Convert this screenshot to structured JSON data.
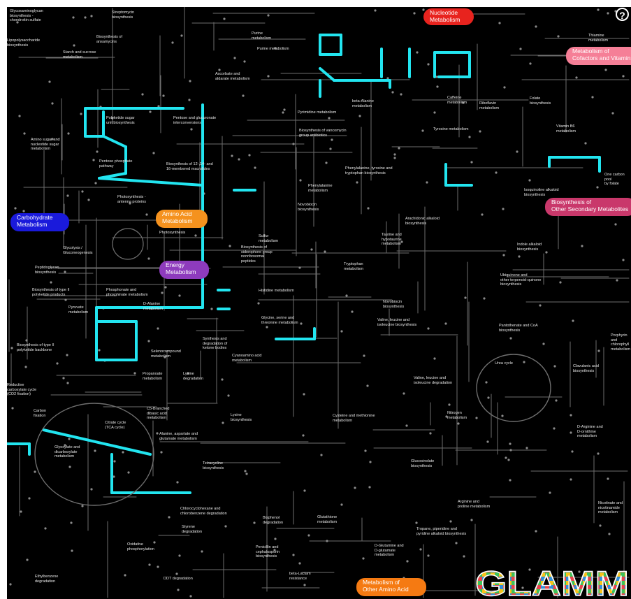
{
  "map": {
    "categories": [
      {
        "label": "Nucleotide\nMetabolism",
        "color": "#e8231e"
      },
      {
        "label": "Metabolism of\nCofactors and Vitamins",
        "color": "#f57f97"
      },
      {
        "label": "Biosynthesis of\nOther Secondary Metabolites",
        "color": "#c9386b"
      },
      {
        "label": "Carbohydrate\nMetabolism",
        "color": "#1a1adb"
      },
      {
        "label": "Amino Acid\nMetabolism",
        "color": "#f5921e"
      },
      {
        "label": "Energy\nMetabolism",
        "color": "#8e3bbd"
      },
      {
        "label": "Metabolism of\nOther Amino Acid",
        "color": "#f57a12"
      }
    ],
    "pathways": [
      "Glycosaminoglycan\nbiosynthesis -\nchondroitin sulfate",
      "Streptomycin\nbiosynthesis",
      "Lipopolysaccharide\nbiosynthesis",
      "Biosynthesis of\nansamycins",
      "Starch and sucrose\nmetabolism",
      "Purine\nmetabolism",
      "Purine metabolism",
      "Thiamine\nmetabolism",
      "Ascorbate and\naldarate metabolism",
      "beta-Alanine\nmetabolism",
      "Caffeine\nmetabolism",
      "Riboflavin\nmetabolism",
      "Folate\nbiosynthesis",
      "Pyrimidine metabolism",
      "Polyketide sugar\nunit biosynthesis",
      "Pentose and glucuronate\ninterconversions",
      "Tyrosine metabolism",
      "Vitamin B6\nmetabolism",
      "Biosynthesis of vancomycin\ngroup antibiotics",
      "Amino sugar and\nnucleotide sugar\nmetabolism",
      "Pentose phosphate\npathway",
      "Biosynthesis of 12-,14- and\n16-membered macrolides",
      "Phenylalanine, tyrosine and\ntryptophan biosynthesis",
      "One carbon pool\nby folate",
      "Phenylalanine\nmetabolism",
      "Isoquinoline alkaloid\nbiosynthesis",
      "Photosynthesis -\nantenna proteins",
      "Novobiocin\nbiosynthesis",
      "Arachidonic alkaloid\nbiosynthesis",
      "Photosynthesis",
      "Sulfur\nmetabolism",
      "Taurine and\nhypotaurine\nmetabolism",
      "Glycolysis /\nGluconeogenesis",
      "Biosynthesis of\nsiderophore group\nnonribosomal\npeptides",
      "Indole alkaloid\nbiosynthesis",
      "Tryptophan\nmetabolism",
      "Peptidoglycan\nbiosynthesis",
      "Ubiquinone and\nother terpenoid-quinone\nbiosynthesis",
      "Biosynthesis of type II\npolyketide products",
      "Phosphonate and\nphosphinate metabolism",
      "Histidine metabolism",
      "Novobiocin\nbiosynthesis",
      "D-Alanine\nmetabolism",
      "Pyruvate\nmetabolism",
      "Glycine, serine and\nthreonine metabolism",
      "Valine, leucine and\nisoleucine biosynthesis",
      "Pantothenate and CoA\nbiosynthesis",
      "Porphyrin and\nchlorophyll\nmetabolism",
      "Synthesis and\ndegradation of\nketone bodies",
      "Biosynthesis of type II\npolyketide backbone",
      "Selenocompound\nmetabolism",
      "Cyanoamino acid\nmetabolism",
      "Urea cycle",
      "Clavulanic acid\nbiosynthesis",
      "Propanoate\nmetabolism",
      "Lysine\ndegradation",
      "Valine, leucine and\nisoleucine degradation",
      "Reductive\ncarboxylate cycle\n(CO2 fixation)",
      "Carbon\nfixation",
      "C5-Branched\ndibasic acid\nmetabolism",
      "Lysine\nbiosynthesis",
      "Cysteine and methionine\nmetabolism",
      "Nitrogen\nmetabolism",
      "Citrate cycle\n(TCA cycle)",
      "Alanine, aspartate and\nglutamate metabolism",
      "D-Arginine and\nD-ornithine\nmetabolism",
      "Glyoxylate and\ndicarboxylate\nmetabolism",
      "Tetracycline\nbiosynthesis",
      "Glucosinolate\nbiosynthesis",
      "Arginine and\nproline metabolism",
      "Nicotinate and\nnicotinamide\nmetabolism",
      "Chlorocyclohexane and\nchlorobenzene degradation",
      "Bisphenol\ndegradation",
      "Glutathione\nmetabolism",
      "Styrene\ndegradation",
      "Tropane, piperidine and\npyridine alkaloid biosynthesis",
      "Oxidative\nphosphorylation",
      "Penicillin and\ncephalosporin\nbiosynthesis",
      "D-Glutamine and\nD-glutamate\nmetabolism",
      "Ethylbenzene\ndegradation",
      "DDT degradation",
      "beta-Lactam\nresistance"
    ],
    "network": {
      "line_color": "#6e6e6e",
      "node_color": "#8a8a8a",
      "highlight_color": "#22e5f0"
    }
  },
  "toolbar": {
    "help_label": "?"
  },
  "logo": {
    "text": "GLAMM",
    "colors": [
      "#f6c21a",
      "#3cc15b",
      "#2f8fd8",
      "#e8434b",
      "#9b59c6"
    ]
  }
}
